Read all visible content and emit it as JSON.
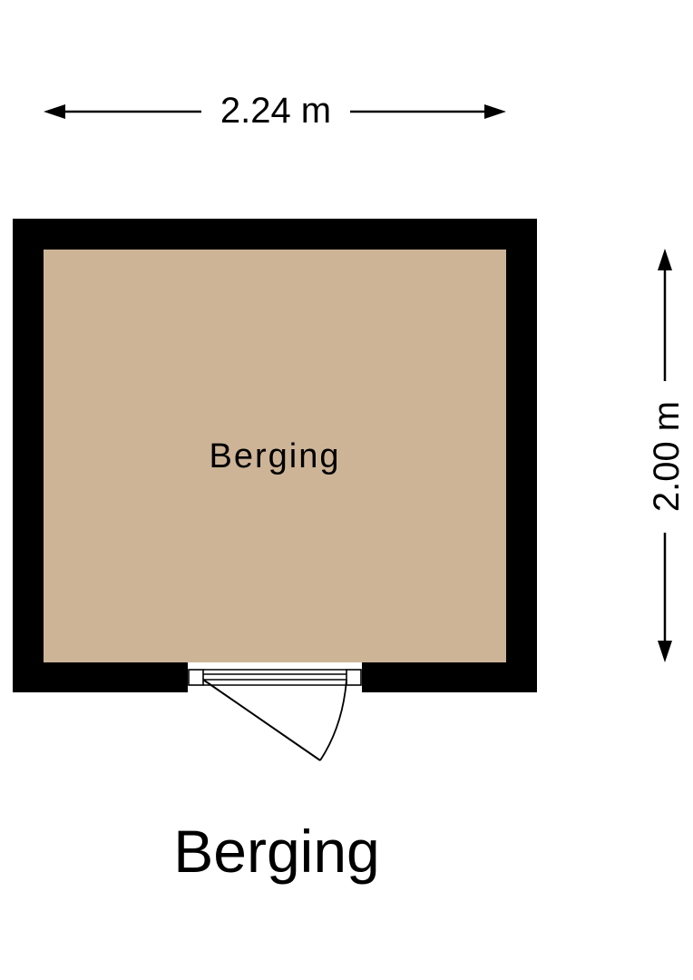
{
  "floorplan": {
    "title": "Berging",
    "rooms": [
      {
        "name": "Berging",
        "floor_color": "#CDB497"
      }
    ],
    "dimensions": {
      "width_label": "2.24 m",
      "height_label": "2.00 m"
    },
    "colors": {
      "wall": "#000000",
      "floor": "#CDB497",
      "background": "#FFFFFF"
    },
    "door": {
      "type": "swing-door",
      "position": "bottom-wall"
    }
  }
}
